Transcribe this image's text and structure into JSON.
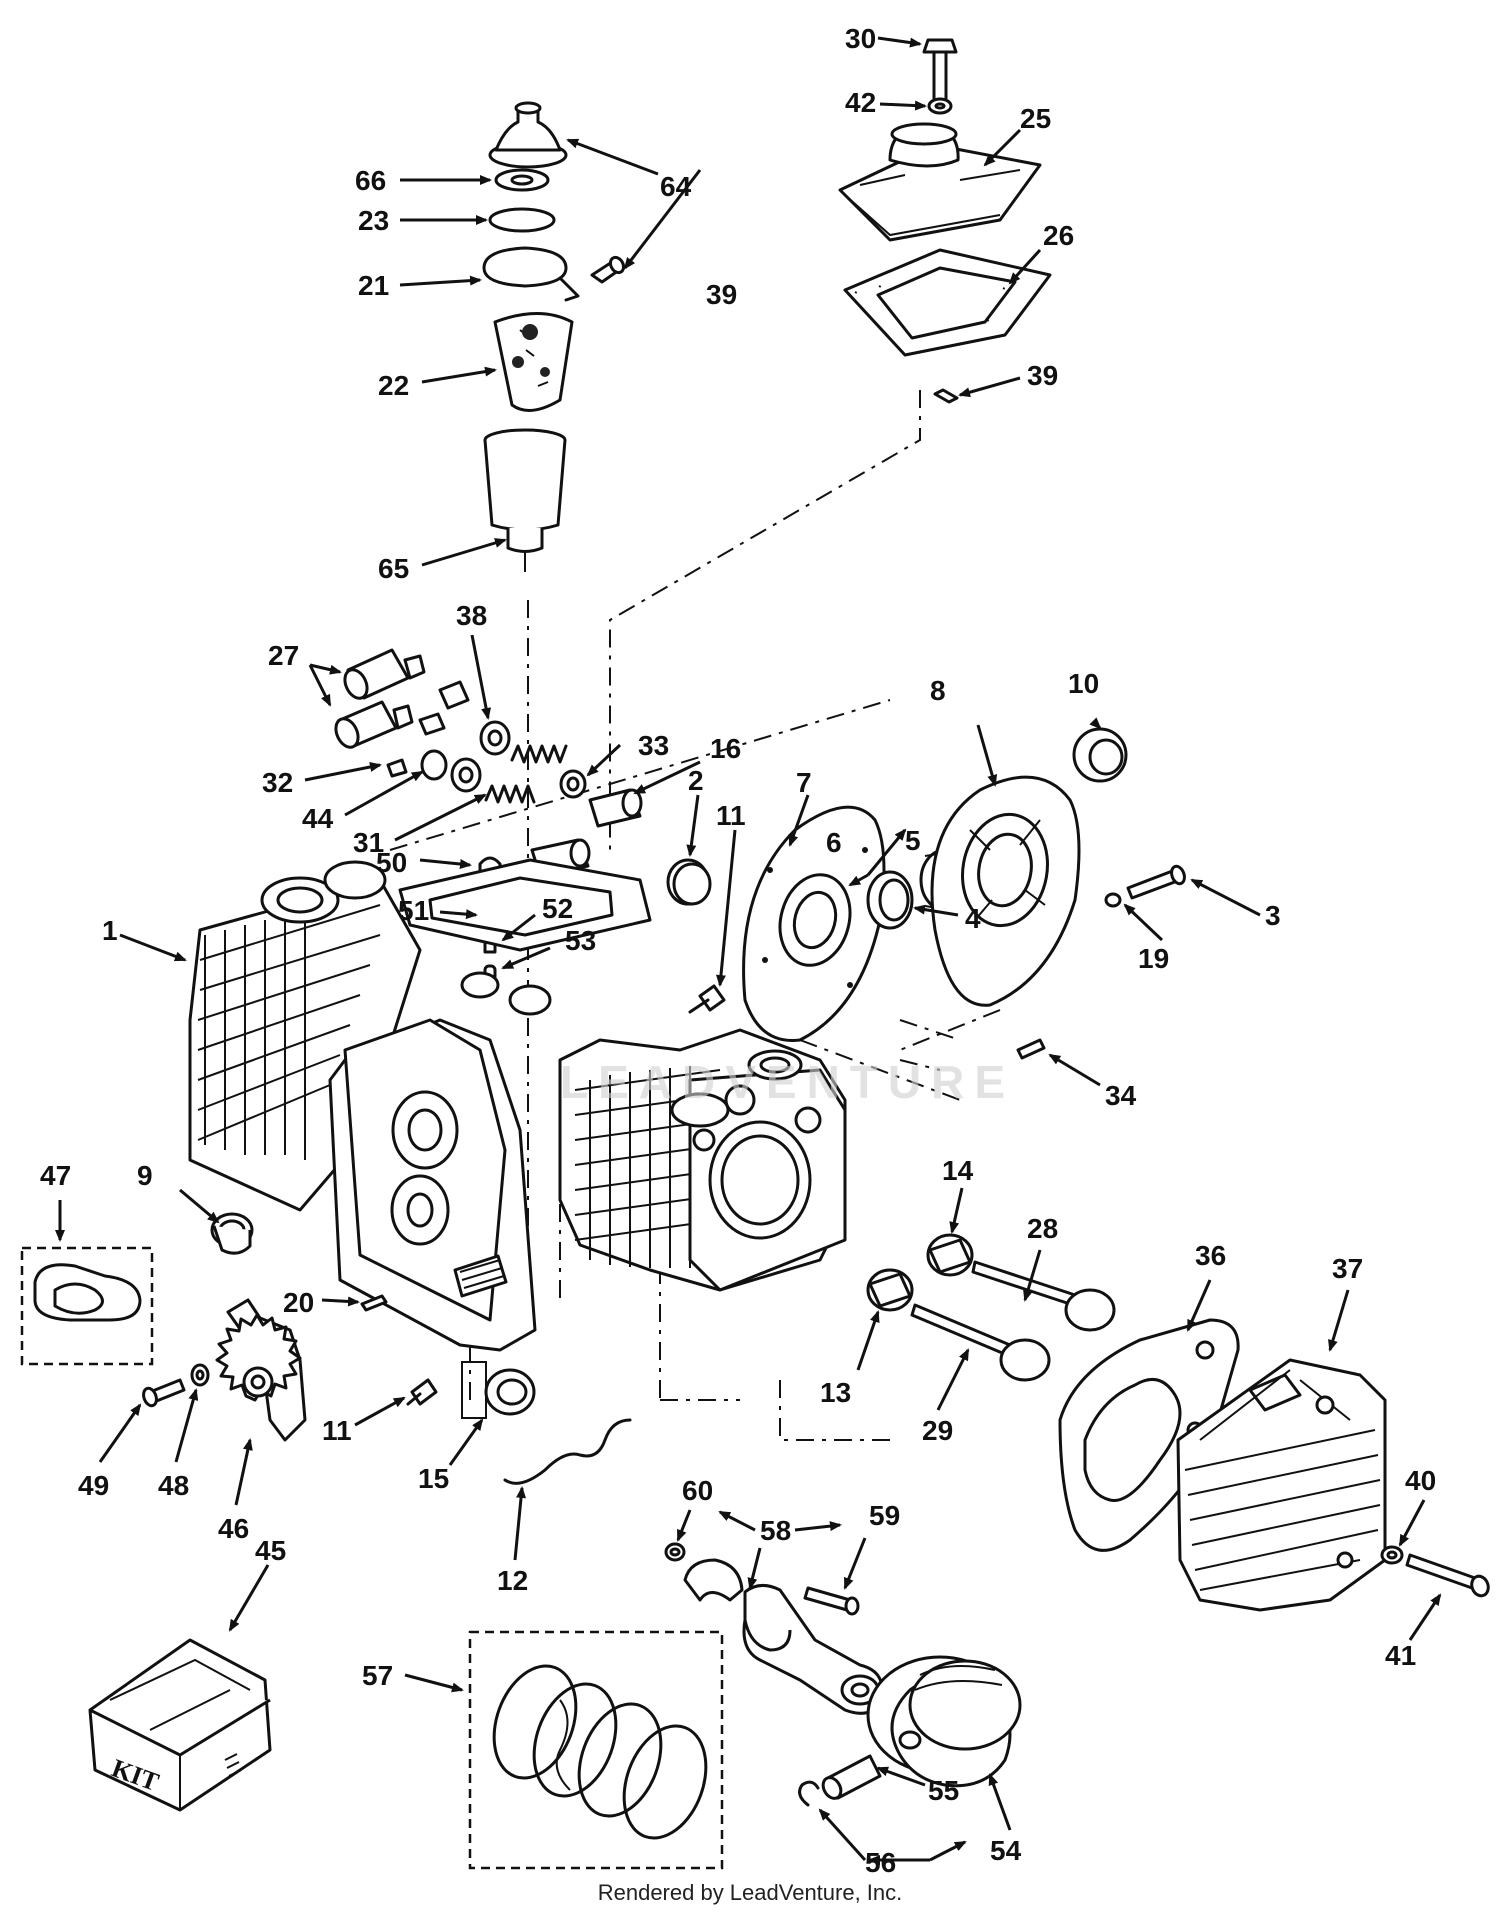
{
  "footer": {
    "text": "Rendered by LeadVenture, Inc."
  },
  "watermark": {
    "text": "LEADVENTURE"
  },
  "kit_box": {
    "text": "KIT"
  },
  "callouts": [
    {
      "id": "c30",
      "text": "30"
    },
    {
      "id": "c42",
      "text": "42"
    },
    {
      "id": "c25",
      "text": "25"
    },
    {
      "id": "c26",
      "text": "26"
    },
    {
      "id": "c39a",
      "text": "39"
    },
    {
      "id": "c39b",
      "text": "39"
    },
    {
      "id": "c64",
      "text": "64"
    },
    {
      "id": "c66",
      "text": "66"
    },
    {
      "id": "c23",
      "text": "23"
    },
    {
      "id": "c21",
      "text": "21"
    },
    {
      "id": "c22",
      "text": "22"
    },
    {
      "id": "c65",
      "text": "65"
    },
    {
      "id": "c27",
      "text": "27"
    },
    {
      "id": "c38",
      "text": "38"
    },
    {
      "id": "c32",
      "text": "32"
    },
    {
      "id": "c44",
      "text": "44"
    },
    {
      "id": "c31",
      "text": "31"
    },
    {
      "id": "c33",
      "text": "33"
    },
    {
      "id": "c16",
      "text": "16"
    },
    {
      "id": "c50",
      "text": "50"
    },
    {
      "id": "c51",
      "text": "51"
    },
    {
      "id": "c52",
      "text": "52"
    },
    {
      "id": "c53",
      "text": "53"
    },
    {
      "id": "c1",
      "text": "1"
    },
    {
      "id": "c2",
      "text": "2"
    },
    {
      "id": "c11a",
      "text": "11"
    },
    {
      "id": "c7",
      "text": "7"
    },
    {
      "id": "c6",
      "text": "6"
    },
    {
      "id": "c5",
      "text": "5"
    },
    {
      "id": "c8",
      "text": "8"
    },
    {
      "id": "c10",
      "text": "10"
    },
    {
      "id": "c3",
      "text": "3"
    },
    {
      "id": "c19",
      "text": "19"
    },
    {
      "id": "c4",
      "text": "4"
    },
    {
      "id": "c34",
      "text": "34"
    },
    {
      "id": "c47",
      "text": "47"
    },
    {
      "id": "c9",
      "text": "9"
    },
    {
      "id": "c20",
      "text": "20"
    },
    {
      "id": "c14",
      "text": "14"
    },
    {
      "id": "c28",
      "text": "28"
    },
    {
      "id": "c36",
      "text": "36"
    },
    {
      "id": "c37",
      "text": "37"
    },
    {
      "id": "c13",
      "text": "13"
    },
    {
      "id": "c29",
      "text": "29"
    },
    {
      "id": "c49",
      "text": "49"
    },
    {
      "id": "c48",
      "text": "48"
    },
    {
      "id": "c46",
      "text": "46"
    },
    {
      "id": "c11b",
      "text": "11"
    },
    {
      "id": "c15",
      "text": "15"
    },
    {
      "id": "c12",
      "text": "12"
    },
    {
      "id": "c60",
      "text": "60"
    },
    {
      "id": "c58",
      "text": "58"
    },
    {
      "id": "c59",
      "text": "59"
    },
    {
      "id": "c40",
      "text": "40"
    },
    {
      "id": "c41",
      "text": "41"
    },
    {
      "id": "c45",
      "text": "45"
    },
    {
      "id": "c57",
      "text": "57"
    },
    {
      "id": "c55",
      "text": "55"
    },
    {
      "id": "c56",
      "text": "56"
    },
    {
      "id": "c54",
      "text": "54"
    }
  ]
}
